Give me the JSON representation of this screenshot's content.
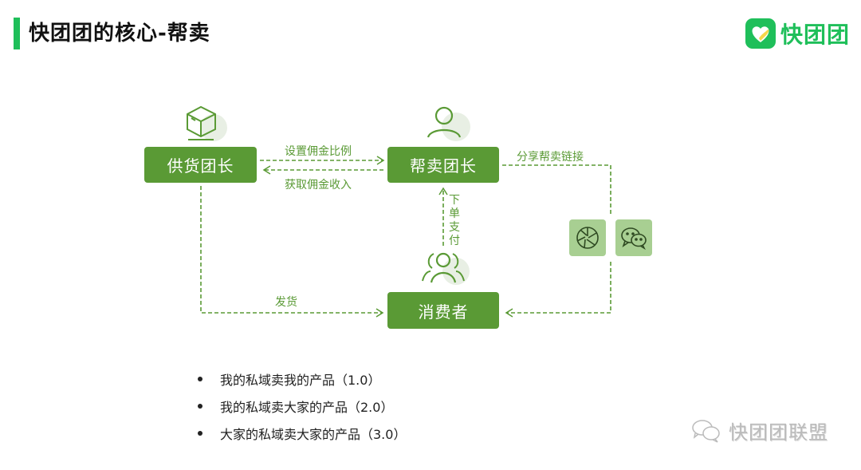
{
  "header": {
    "title": "快团团的核心-帮卖",
    "logo_text": "快团团",
    "accent_color": "#1fbf5a"
  },
  "diagram": {
    "node_color": "#5a9a35",
    "nodes": {
      "supplier": {
        "label": "供货团长",
        "icon": "box-icon"
      },
      "helper": {
        "label": "帮卖团长",
        "icon": "person-icon"
      },
      "consumer": {
        "label": "消费者",
        "icon": "group-icon"
      }
    },
    "edges": {
      "set_commission": "设置佣金比例",
      "get_commission": "获取佣金收入",
      "share_link": "分享帮卖链接",
      "order_pay": "下单支付",
      "ship": "发货"
    },
    "channels": [
      {
        "icon": "moments-icon"
      },
      {
        "icon": "wechat-icon"
      }
    ]
  },
  "bullets": [
    "我的私域卖我的产品（1.0）",
    "我的私域卖大家的产品（2.0）",
    "大家的私域卖大家的产品（3.0）"
  ],
  "watermark": "快团团联盟"
}
